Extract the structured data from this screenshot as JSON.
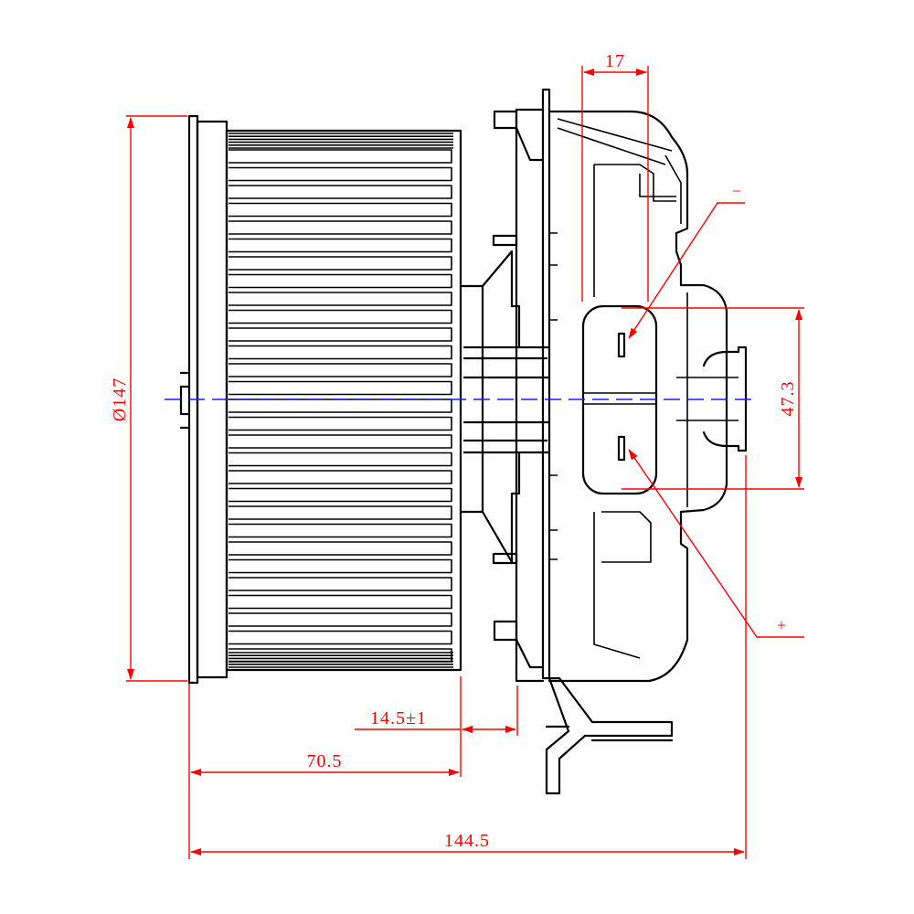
{
  "colors": {
    "outline": "#000000",
    "dimension": "#ff0000",
    "centerline": "#1a1aff",
    "background": "#ffffff"
  },
  "dimensions": {
    "diameter": "Ø147",
    "connector_width": "17",
    "terminal_spacing": "47.3",
    "flange_offset": "14.5±1",
    "wheel_width": "70.5",
    "overall_length": "144.5"
  },
  "terminals": {
    "negative": "−",
    "positive": "+"
  }
}
